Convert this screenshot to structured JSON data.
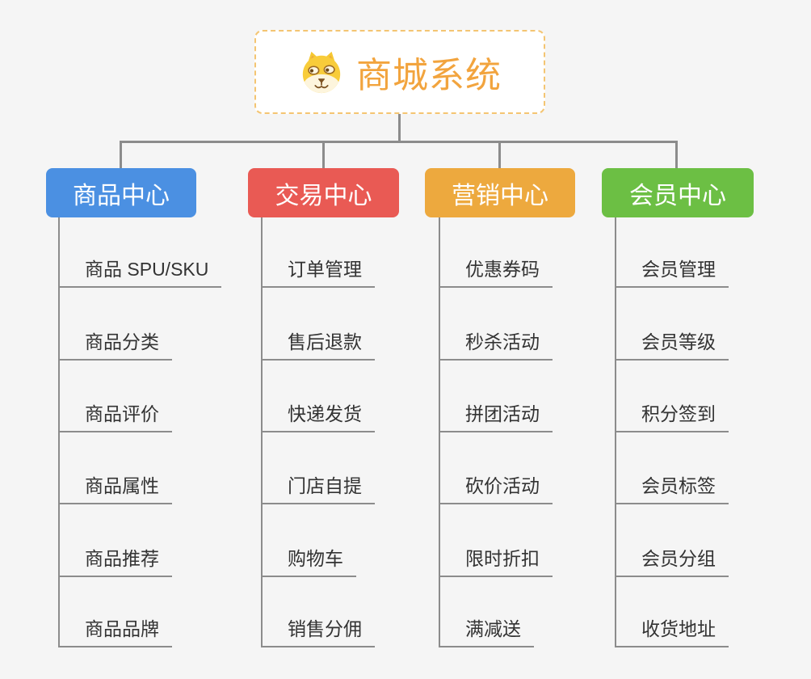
{
  "canvas": {
    "background_color": "#f5f5f5",
    "line_color": "#8c8c8c"
  },
  "root": {
    "title": "商城系统",
    "icon": "dog-face-icon",
    "text_color": "#f2a43e",
    "border_color": "#f4c572",
    "background_color": "#ffffff"
  },
  "branches": [
    {
      "label": "商品中心",
      "color": "#4b90e2",
      "items": [
        "商品 SPU/SKU",
        "商品分类",
        "商品评价",
        "商品属性",
        "商品推荐",
        "商品品牌"
      ]
    },
    {
      "label": "交易中心",
      "color": "#e95a54",
      "items": [
        "订单管理",
        "售后退款",
        "快递发货",
        "门店自提",
        "购物车",
        "销售分佣"
      ]
    },
    {
      "label": "营销中心",
      "color": "#eda93e",
      "items": [
        "优惠券码",
        "秒杀活动",
        "拼团活动",
        "砍价活动",
        "限时折扣",
        "满减送"
      ]
    },
    {
      "label": "会员中心",
      "color": "#6cbf44",
      "items": [
        "会员管理",
        "会员等级",
        "积分签到",
        "会员标签",
        "会员分组",
        "收货地址"
      ]
    }
  ]
}
